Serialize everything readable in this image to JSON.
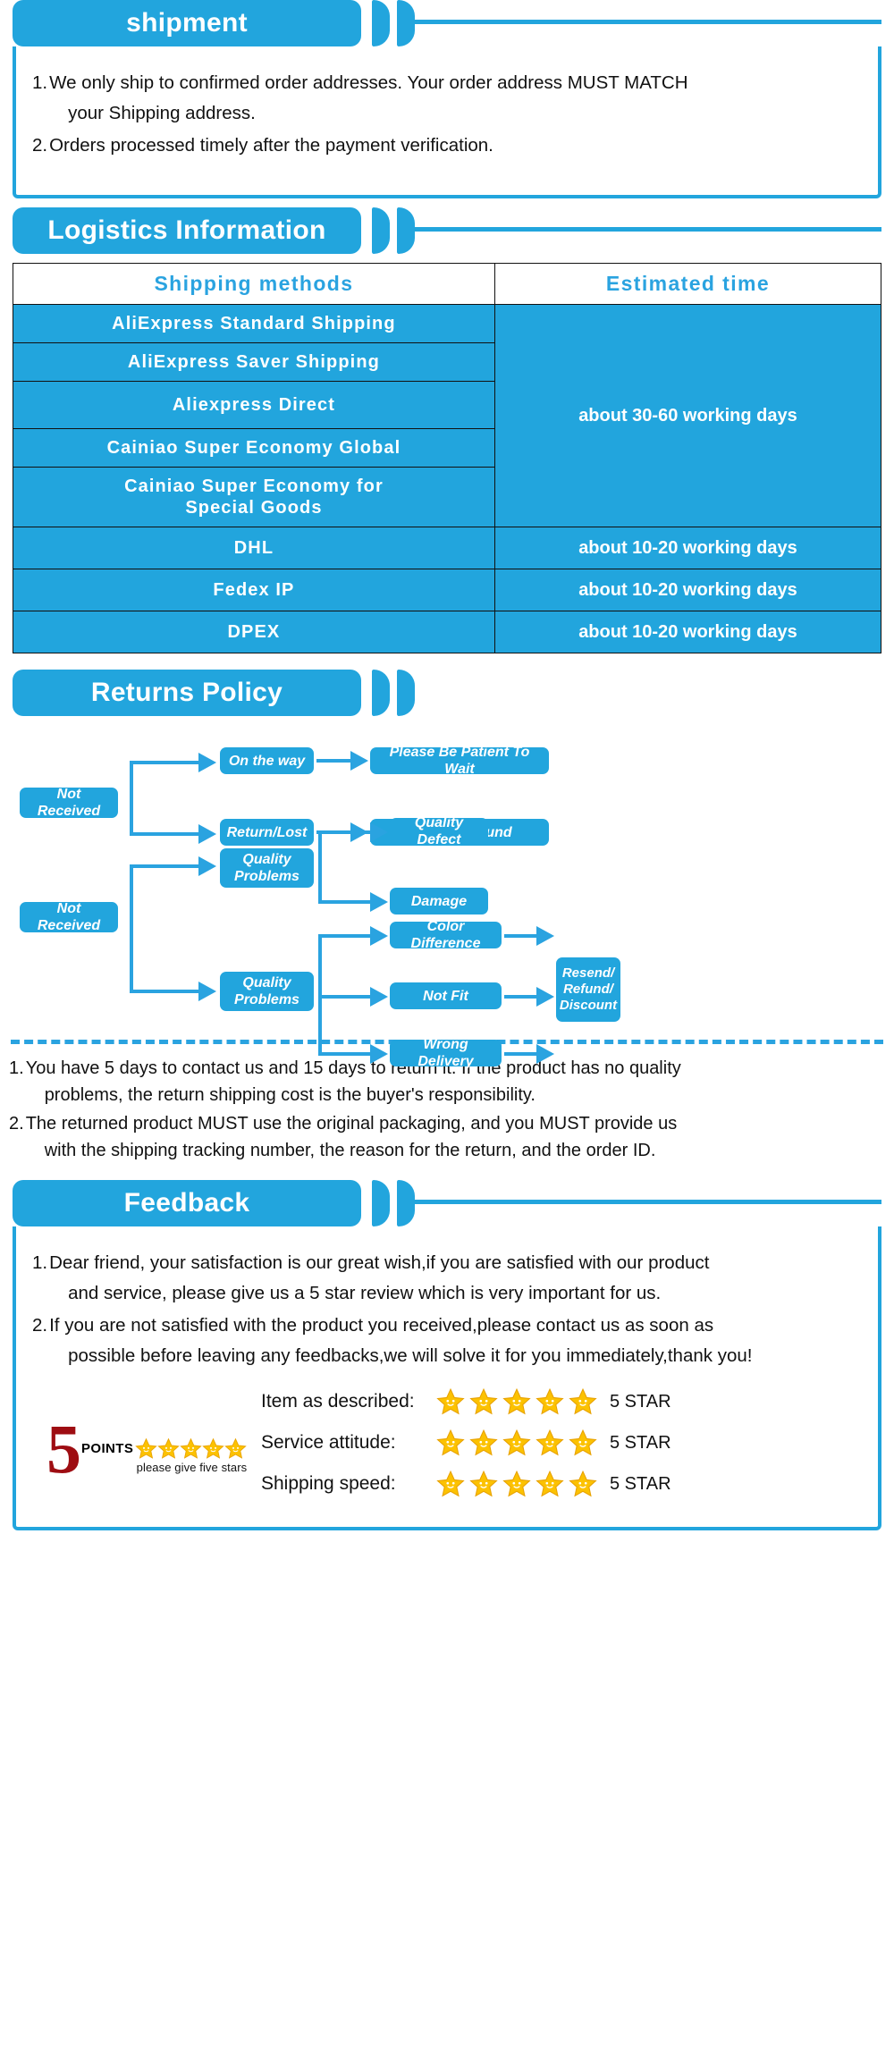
{
  "colors": {
    "accent": "#22a5dd",
    "accent_text": "#2aa3e0",
    "star": "#fcc201",
    "points_red": "#9e0d12"
  },
  "shipment": {
    "title": "shipment",
    "items": [
      {
        "num": "1.",
        "line1": "We only ship to confirmed order addresses. Your order address MUST MATCH",
        "line2": "your Shipping address."
      },
      {
        "num": "2.",
        "line1": "Orders processed timely after the payment verification.",
        "line2": ""
      }
    ]
  },
  "logistics": {
    "title": "Logistics Information",
    "columns": [
      "Shipping  methods",
      "Estimated  time"
    ],
    "rows": [
      {
        "method": "AliExpress  Standard  Shipping",
        "time": "about 30-60 working days",
        "group": 1
      },
      {
        "method": "AliExpress  Saver  Shipping",
        "time": "",
        "group": 1
      },
      {
        "method": "Aliexpress  Direct",
        "time": "",
        "group": 1
      },
      {
        "method": "Cainiao  Super  Economy  Global",
        "time": "",
        "group": 1
      },
      {
        "method": "Cainiao  Super  Economy  for\nSpecial  Goods",
        "time": "",
        "group": 1
      },
      {
        "method": "DHL",
        "time": "about 10-20 working days",
        "group": 2
      },
      {
        "method": "Fedex  IP",
        "time": "about 10-20 working days",
        "group": 3
      },
      {
        "method": "DPEX",
        "time": "about 10-20 working days",
        "group": 4
      }
    ],
    "merged_time_label": "about 30-60 working days",
    "dhl_time": "about 10-20 working days",
    "fedex_time": "about 10-20 working days",
    "dpex_time": "about 10-20 working days"
  },
  "returns": {
    "title": "Returns Policy",
    "flow": {
      "a_root": "Not Received",
      "a_mid_top": "On the way",
      "a_mid_bottom": "Return/Lost",
      "a_end_top": "Please Be Patient To Wait",
      "a_end_bottom": "Resend/Refund",
      "b_root": "Not Received",
      "b_mid_top": "Quality\nProblems",
      "b_mid_bottom": "Quality\nProblems",
      "b_leaf_1": "Quality Defect",
      "b_leaf_2": "Damage",
      "b_leaf_3": "Color Difference",
      "b_leaf_4": "Not Fit",
      "b_leaf_5": "Wrong Delivery",
      "b_end": "Resend/\nRefund/\nDiscount"
    },
    "notes": [
      {
        "num": "1.",
        "line1": "You have 5 days to contact us and 15 days to return it. If the product has no quality",
        "line2": "problems, the return shipping cost is the buyer's responsibility."
      },
      {
        "num": "2.",
        "line1": "The returned product MUST use the original packaging, and you MUST provide us",
        "line2": "with the shipping tracking number, the reason for the return, and the order ID."
      }
    ]
  },
  "feedback": {
    "title": "Feedback",
    "items": [
      {
        "num": "1.",
        "line1": "Dear friend, your satisfaction is our great wish,if you are satisfied with our product",
        "line2": "and service, please give us a 5 star review which is very important for us."
      },
      {
        "num": "2.",
        "line1": "If you are not satisfied with the product you received,please contact us as soon as",
        "line2": "possible before leaving any feedbacks,we will solve it for you immediately,thank you!"
      }
    ],
    "points_number": "5",
    "points_word": "POINTS",
    "points_caption": "please give five stars",
    "points_star_count": 5,
    "ratings": [
      {
        "label": "Item as described:",
        "stars": 5,
        "value": "5 STAR"
      },
      {
        "label": "Service attitude:",
        "stars": 5,
        "value": "5 STAR"
      },
      {
        "label": "Shipping speed:",
        "stars": 5,
        "value": "5 STAR"
      }
    ]
  }
}
